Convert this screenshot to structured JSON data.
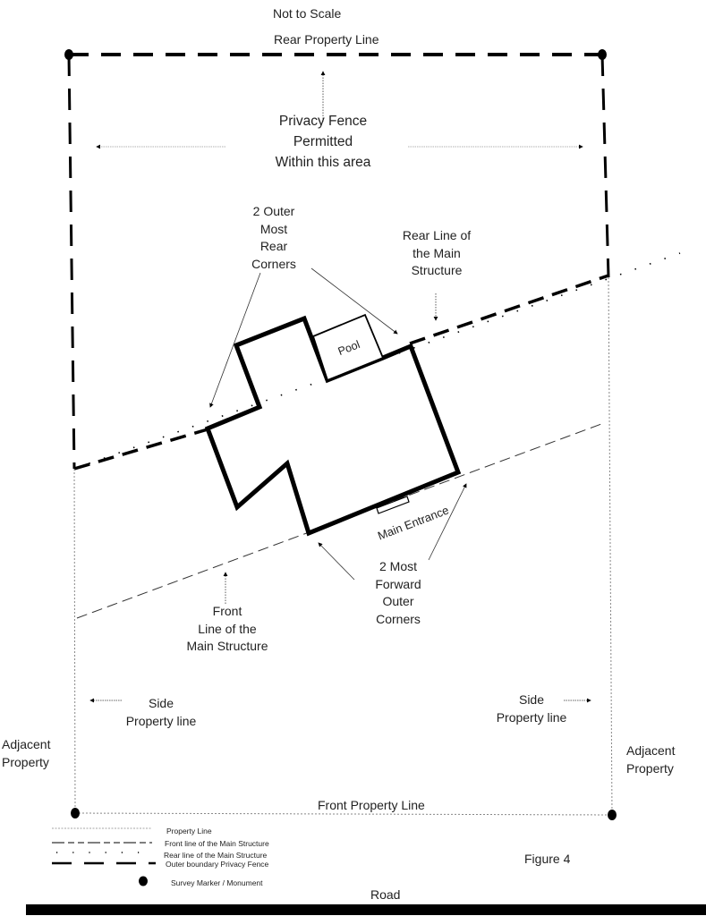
{
  "header": {
    "scale_note": "Not to Scale",
    "rear_property_line": "Rear Property Line"
  },
  "labels": {
    "privacy_fence": [
      "Privacy Fence",
      "Permitted",
      "Within this area"
    ],
    "outer_rear_corners": [
      "2 Outer",
      "Most",
      "Rear",
      "Corners"
    ],
    "rear_line_main": [
      "Rear Line of",
      "the Main",
      "Structure"
    ],
    "pool": "Pool",
    "main_entrance": "Main Entrance",
    "forward_corners": [
      "2 Most",
      "Forward",
      "Outer",
      "Corners"
    ],
    "front_line_main": [
      "Front",
      "Line of the",
      "Main Structure"
    ],
    "side_left": [
      "Side",
      "Property line"
    ],
    "side_right": [
      "Side",
      "Property line"
    ],
    "adjacent_left": [
      "Adjacent",
      "Property"
    ],
    "adjacent_right": [
      "Adjacent",
      "Property"
    ],
    "front_property_line": "Front Property Line",
    "figure": "Figure 4",
    "road": "Road"
  },
  "legend": [
    {
      "style": "property-line",
      "label": "Property Line"
    },
    {
      "style": "front-line",
      "label": "Front line of the Main Structure"
    },
    {
      "style": "rear-line",
      "label": "Rear line of the Main Structure"
    },
    {
      "style": "privacy-fence",
      "label": "Outer boundary Privacy Fence"
    },
    {
      "style": "survey-marker",
      "label": "Survey Marker / Monument"
    }
  ],
  "colors": {
    "ink": "#000000",
    "thin_line": "#777777",
    "background": "#ffffff"
  }
}
